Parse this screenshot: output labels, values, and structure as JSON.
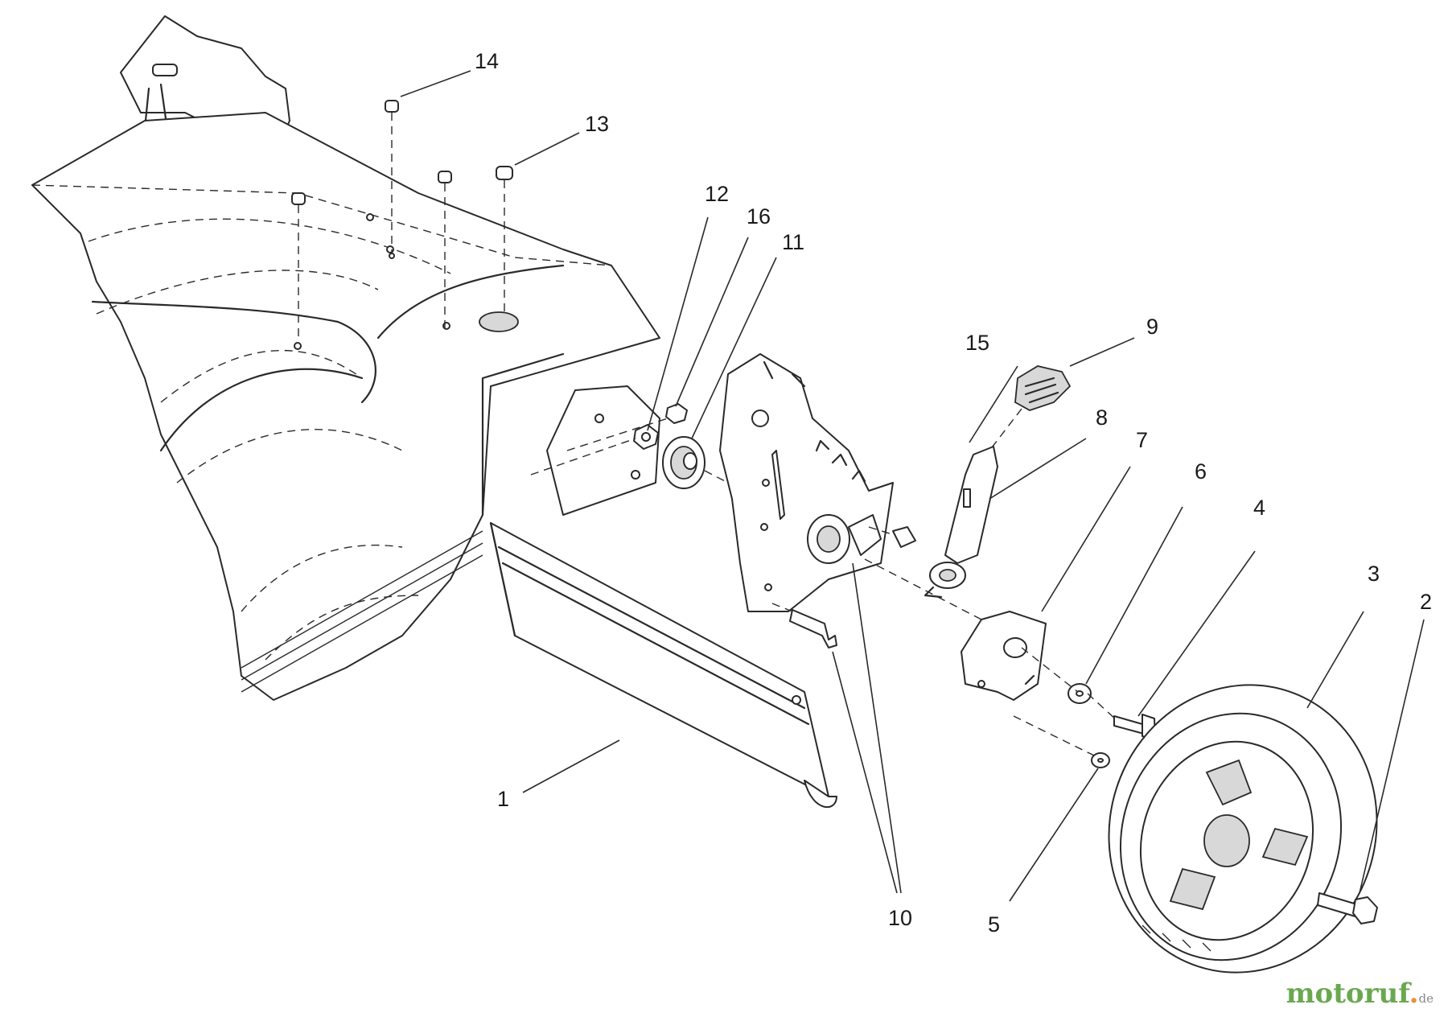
{
  "diagram": {
    "callouts": [
      {
        "id": "1",
        "label": "1"
      },
      {
        "id": "2",
        "label": "2"
      },
      {
        "id": "3",
        "label": "3"
      },
      {
        "id": "4",
        "label": "4"
      },
      {
        "id": "5",
        "label": "5"
      },
      {
        "id": "6",
        "label": "6"
      },
      {
        "id": "7",
        "label": "7"
      },
      {
        "id": "8",
        "label": "8"
      },
      {
        "id": "9",
        "label": "9"
      },
      {
        "id": "10",
        "label": "10"
      },
      {
        "id": "11",
        "label": "11"
      },
      {
        "id": "12",
        "label": "12"
      },
      {
        "id": "13",
        "label": "13"
      },
      {
        "id": "14",
        "label": "14"
      },
      {
        "id": "15",
        "label": "15"
      },
      {
        "id": "16",
        "label": "16"
      }
    ]
  },
  "watermark": {
    "main": "motoruf",
    "dot": ".",
    "tld": "de"
  }
}
